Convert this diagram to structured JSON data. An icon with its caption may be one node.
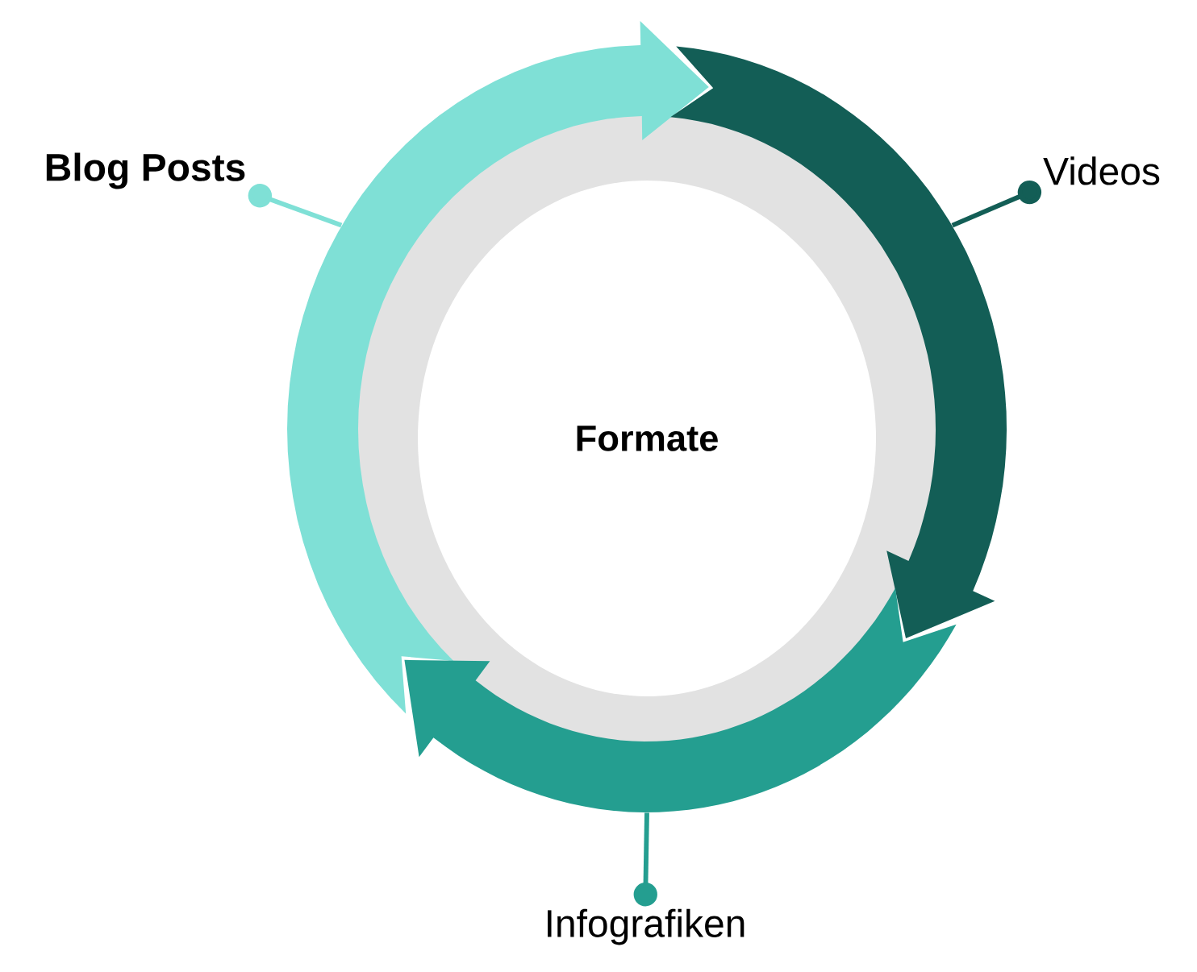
{
  "diagram": {
    "nodes": [
      {
        "text": [
          "Formate"
        ]
      },
      {
        "text": [
          "Blog Posts"
        ]
      },
      {
        "text": [
          "Videos"
        ]
      },
      {
        "text": [
          "Infografiken"
        ]
      },
      {
        "text": [],
        "shape": "arrow"
      },
      {
        "text": [],
        "shape": "arrow"
      },
      {
        "text": [],
        "shape": "arrow"
      }
    ],
    "edges": [
      {
        "from": 1,
        "to": 4,
        "arrow": "other",
        "color": "#7fe0d6"
      },
      {
        "from": 2,
        "to": 5,
        "arrow": "other",
        "color": "#135e56"
      },
      {
        "from": 3,
        "to": 6,
        "arrow": "other",
        "color": "#249e90"
      }
    ]
  }
}
